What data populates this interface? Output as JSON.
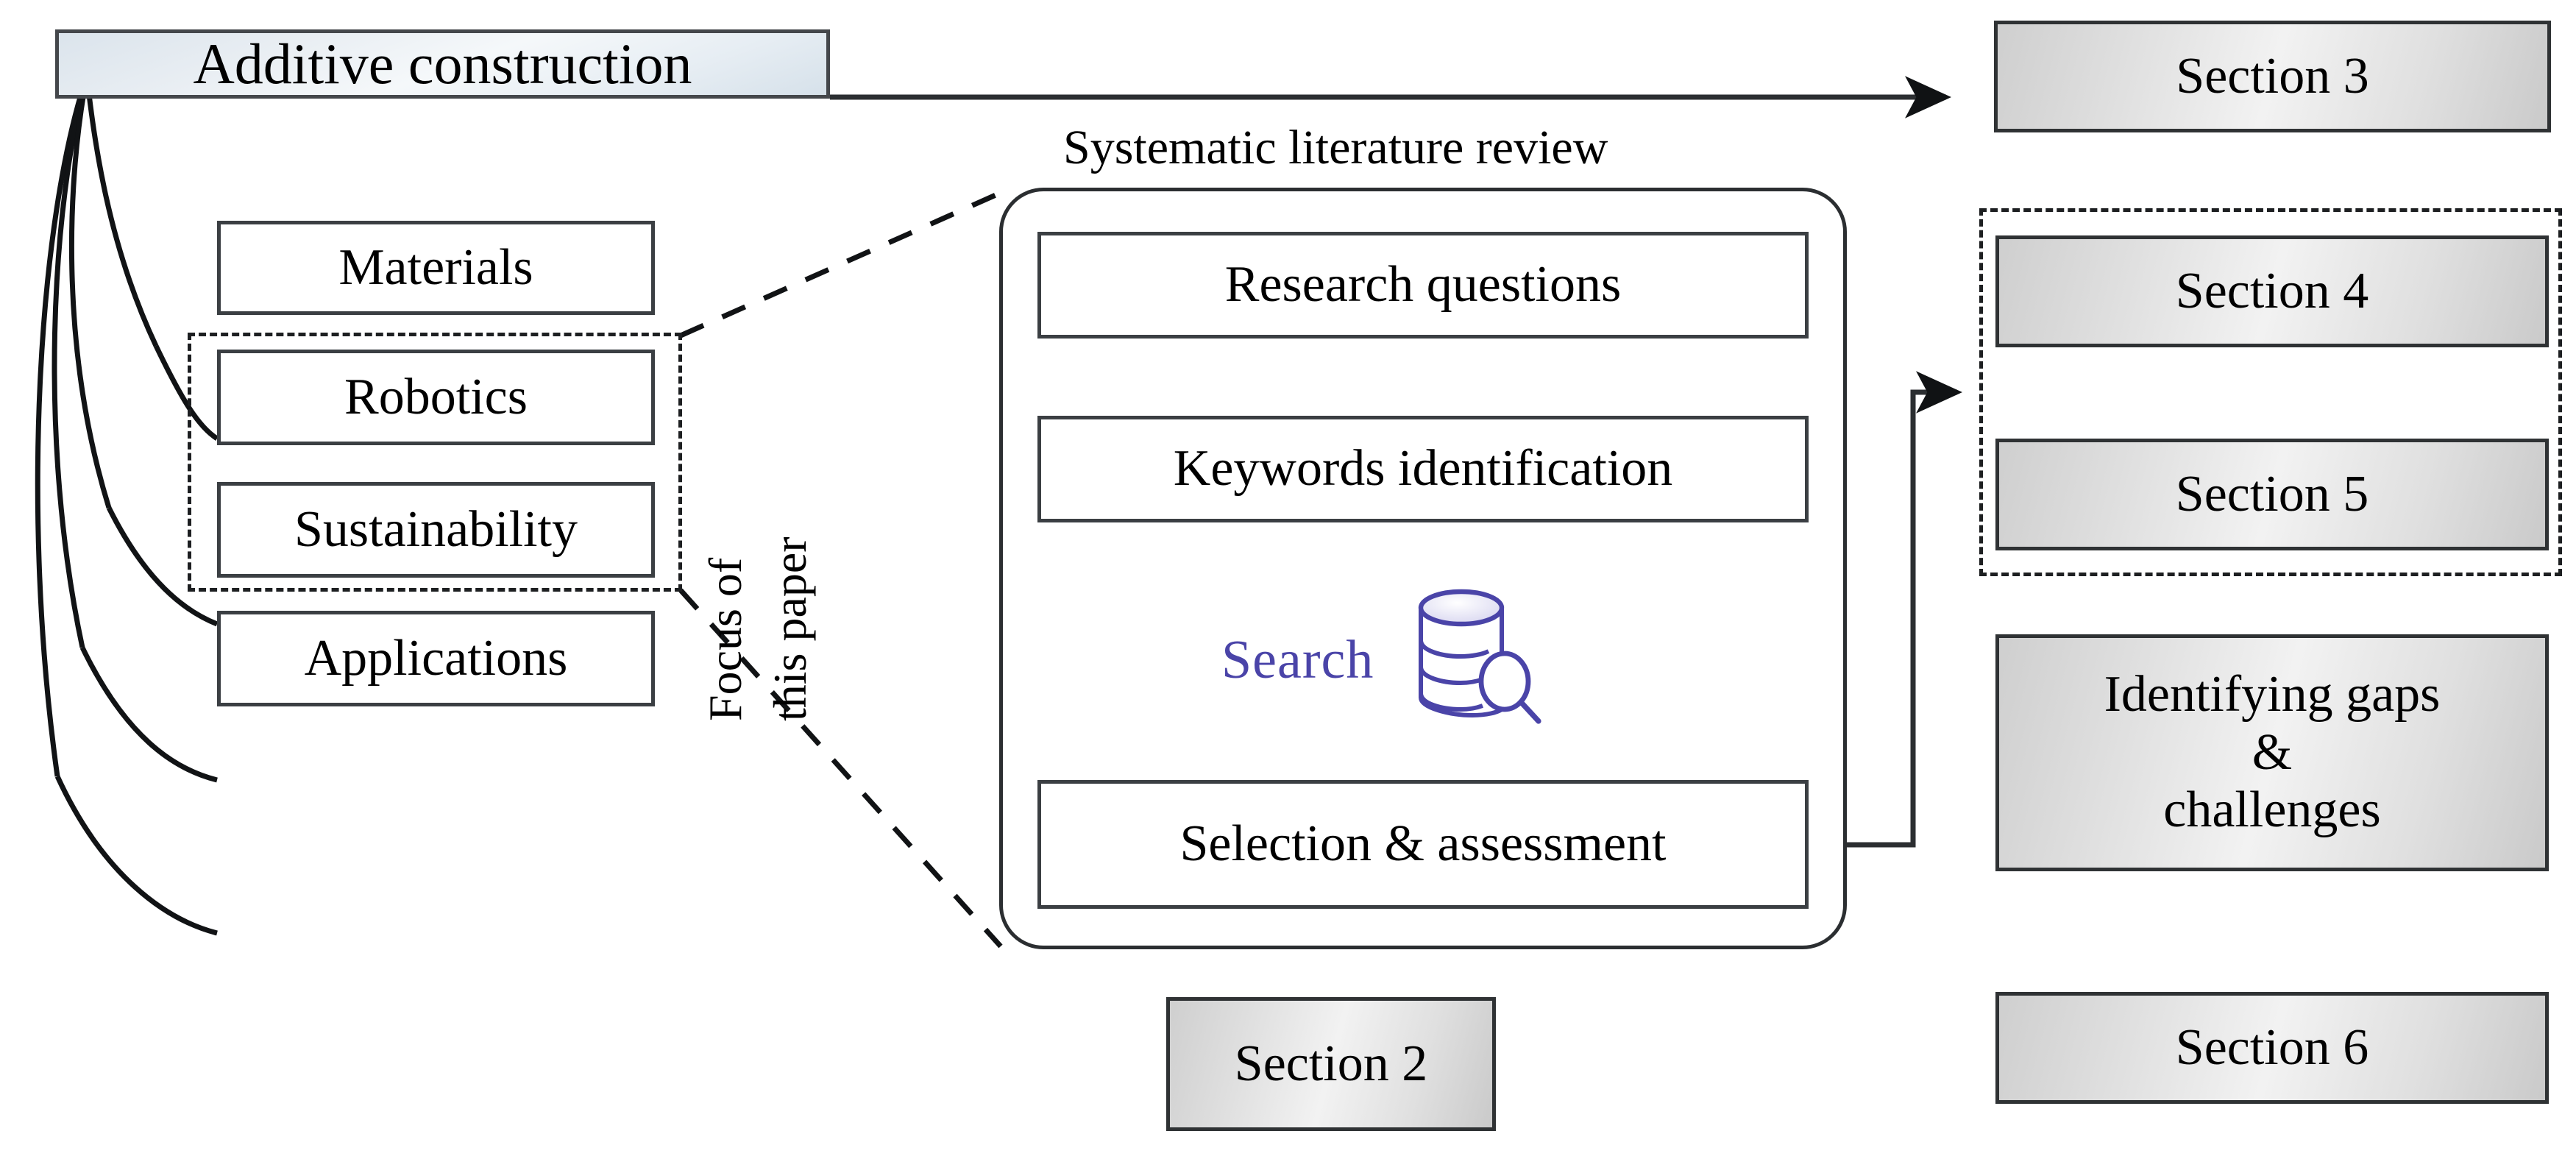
{
  "diagram": {
    "title_caption": "Systematic literature review",
    "focus_label_line1": "Focus of",
    "focus_label_line2": "this paper",
    "root_node": {
      "label": "Additive construction"
    },
    "topic_nodes": [
      {
        "label": "Materials",
        "in_focus": false
      },
      {
        "label": "Robotics",
        "in_focus": true
      },
      {
        "label": "Sustainability",
        "in_focus": true
      },
      {
        "label": "Applications",
        "in_focus": false
      }
    ],
    "slr_steps": [
      {
        "label": "Research questions"
      },
      {
        "label": "Keywords identification"
      },
      {
        "label": "Selection & assessment"
      }
    ],
    "search": {
      "label": "Search",
      "icon": "database-search-icon",
      "color": "#4a44a8"
    },
    "section_nodes": [
      {
        "label": "Section 3",
        "grouped": false
      },
      {
        "label": "Section 4",
        "grouped": true
      },
      {
        "label": "Section 5",
        "grouped": true
      },
      {
        "label": "Identifying gaps\n&\nchallenges",
        "grouped": false
      },
      {
        "label": "Section 6",
        "grouped": false
      },
      {
        "label": "Section 2",
        "grouped": false
      }
    ],
    "colors": {
      "root_fill_light": "#f5f8fa",
      "root_fill_dark": "#d6e1ea",
      "section_fill_light": "#f2f2f2",
      "section_fill_dark": "#cacaca",
      "stroke": "#2f3234",
      "search_accent": "#4a44a8"
    }
  }
}
